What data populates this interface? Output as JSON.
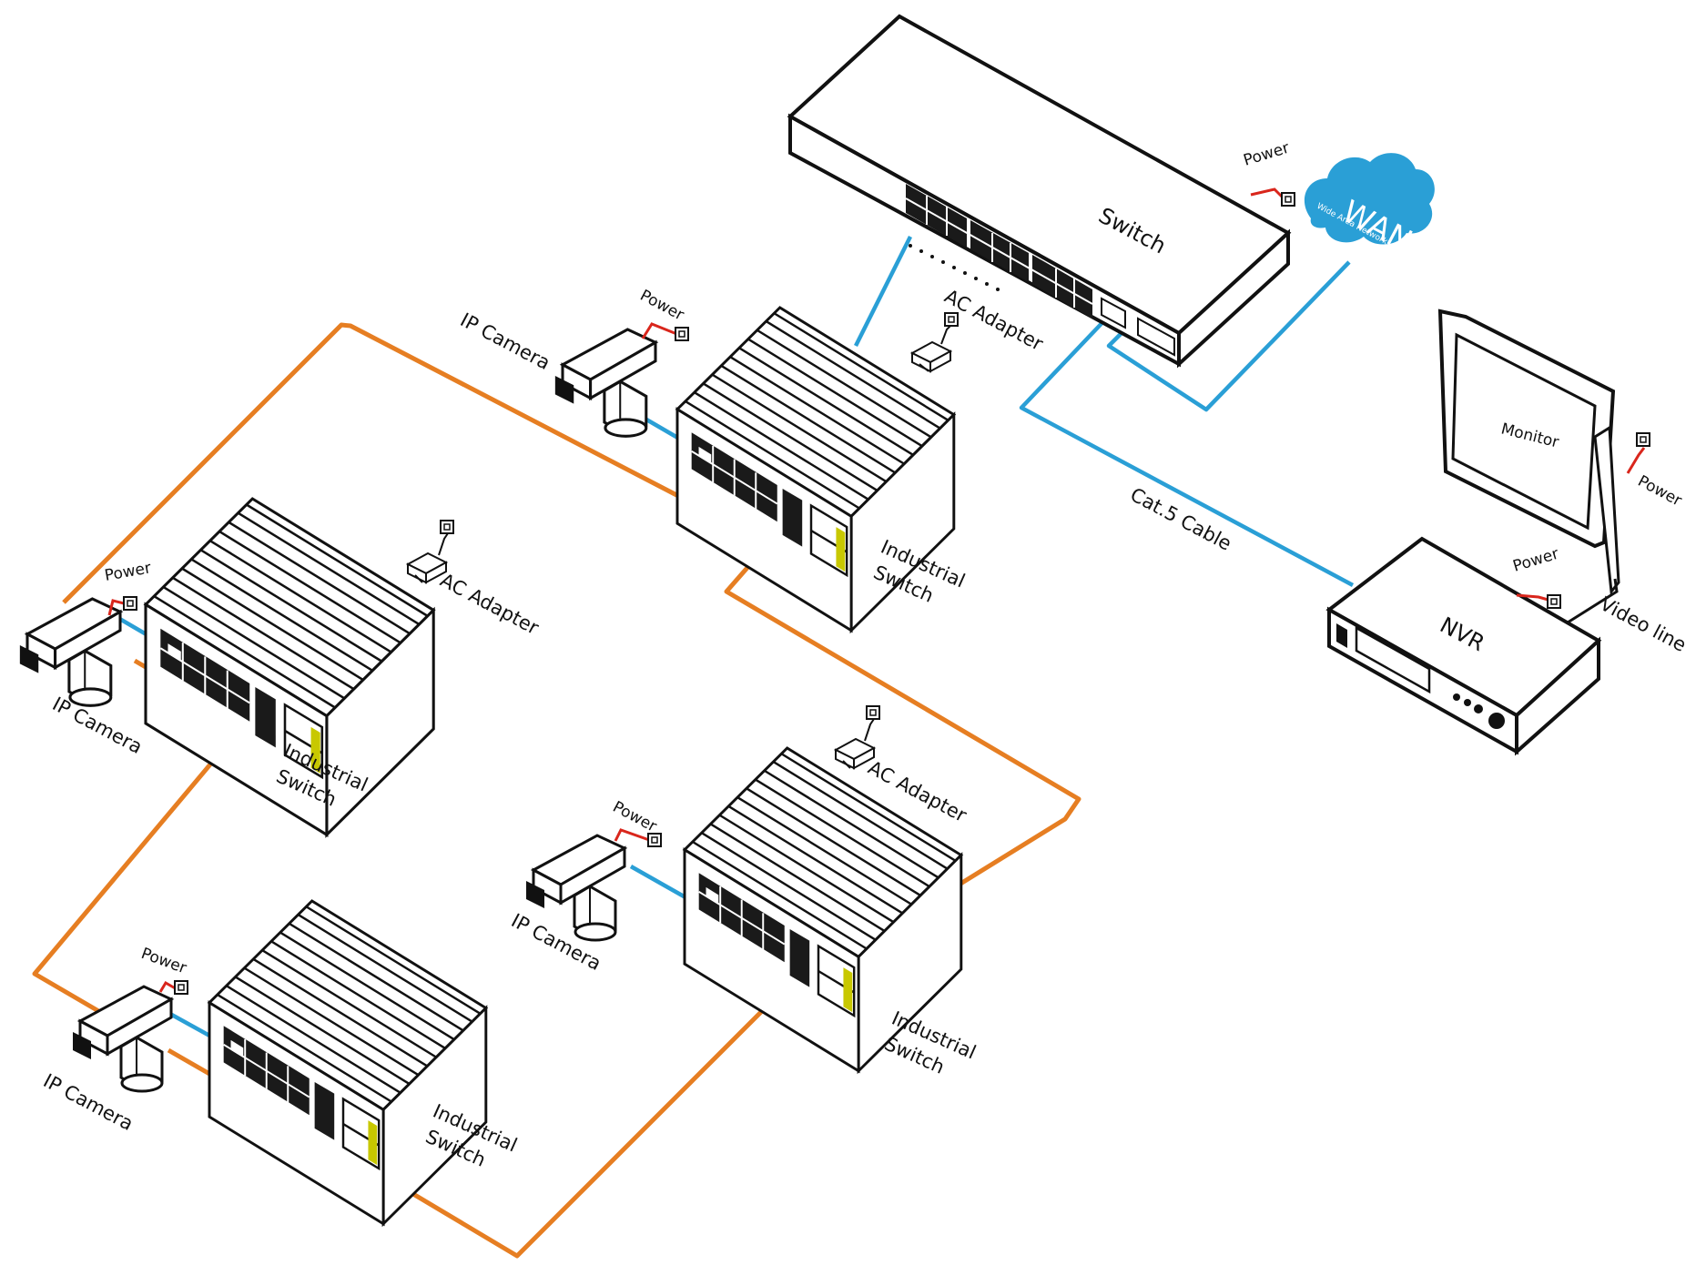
{
  "colors": {
    "ring_cable": "#e67e22",
    "cat5_cable": "#2a9fd6",
    "power_cord": "#d9261c",
    "wan_cloud": "#2a9fd6",
    "device_outline": "#111111"
  },
  "core_switch": {
    "label": "Switch",
    "power_label": "Power"
  },
  "wan": {
    "title": "WAN",
    "subtitle": "Wide Area Network"
  },
  "cat5_label": "Cat.5 Cable",
  "monitor": {
    "label": "Monitor",
    "power_label": "Power"
  },
  "nvr": {
    "label": "NVR",
    "power_label": "Power",
    "video_label": "Video line"
  },
  "nodes": [
    {
      "switch_label_1": "Industrial",
      "switch_label_2": "Switch",
      "camera_label": "IP Camera",
      "power_label": "Power",
      "adapter_label": "AC Adapter"
    },
    {
      "switch_label_1": "Industrial",
      "switch_label_2": "Switch",
      "camera_label": "IP Camera",
      "power_label": "Power",
      "adapter_label": "AC Adapter"
    },
    {
      "switch_label_1": "Industrial",
      "switch_label_2": "Switch",
      "camera_label": "IP Camera",
      "power_label": "Power",
      "adapter_label": "AC Adapter"
    },
    {
      "switch_label_1": "Industrial",
      "switch_label_2": "Switch",
      "camera_label": "IP Camera",
      "power_label": "Power"
    }
  ]
}
